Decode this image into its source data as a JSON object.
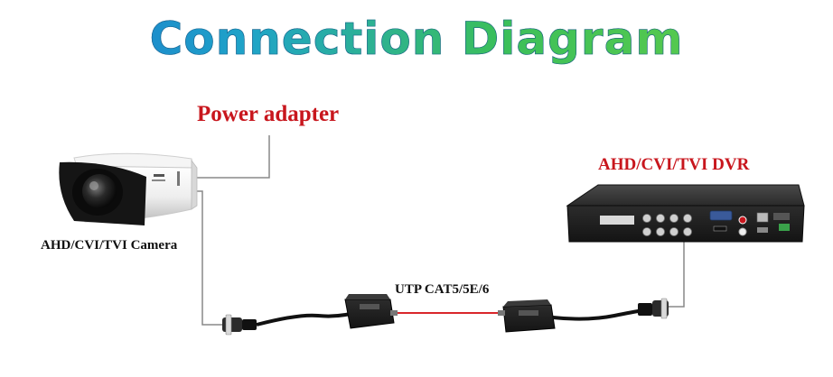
{
  "title": "Connection Diagram",
  "labels": {
    "power_adapter": "Power adapter",
    "dvr": "AHD/CVI/TVI DVR",
    "camera": "AHD/CVI/TVI Camera",
    "cable": "UTP CAT5/5E/6"
  },
  "colors": {
    "label_red": "#c8161d",
    "utp_line": "#d9262b",
    "wire": "#888888",
    "device_dark": "#1b1b1b"
  },
  "icons": {
    "camera": "bullet-camera-icon",
    "dvr": "dvr-recorder-icon",
    "balun": "video-balun-icon",
    "bnc": "bnc-connector-icon"
  }
}
